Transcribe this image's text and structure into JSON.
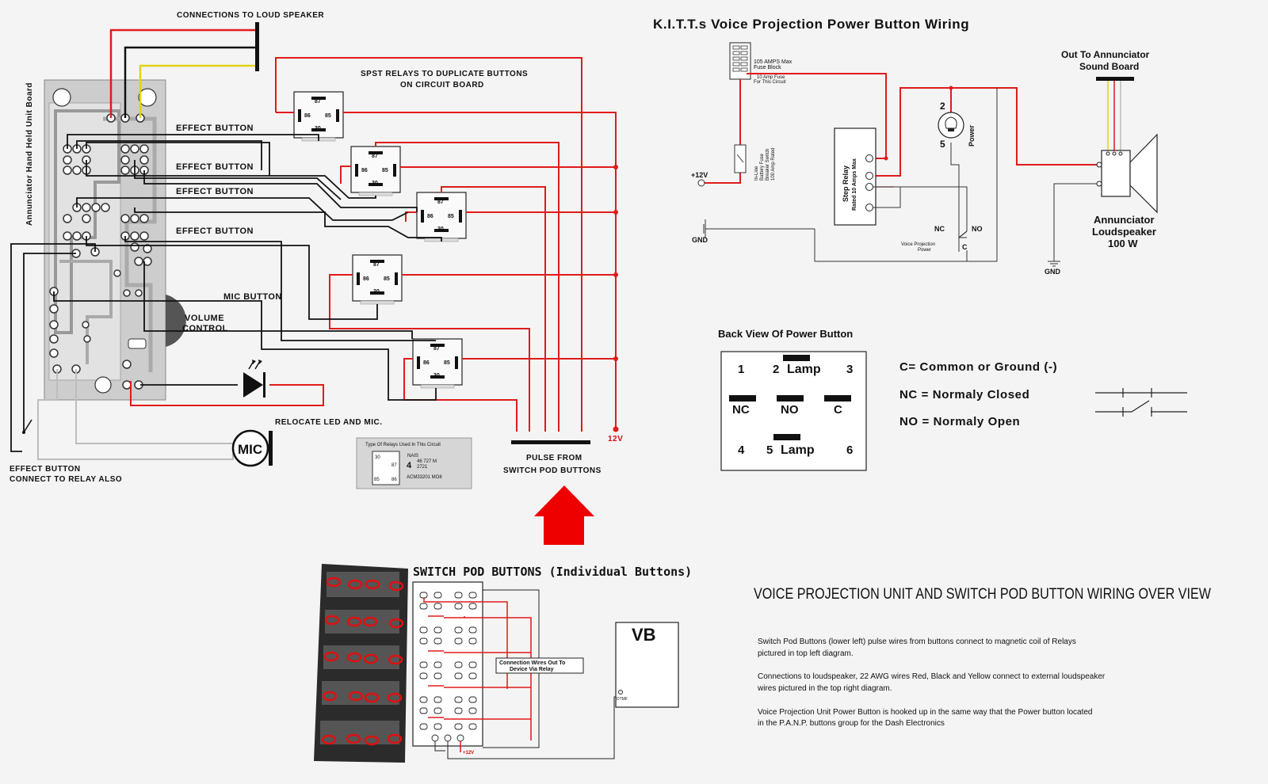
{
  "colors": {
    "wire_red": "#e01b1b",
    "wire_black": "#111111",
    "wire_yellow": "#e2d21a",
    "wire_gray": "#bdbdbd",
    "arrow_red": "#ee0000",
    "board_gray": "#c9c9c9"
  },
  "left_diagram": {
    "board_label": "Annunciator Hand Held Unit Board",
    "connections_label": "CONNECTIONS TO LOUD SPEAKER",
    "relays_title_1": "SPST RELAYS TO DUPLICATE BUTTONS",
    "relays_title_2": "ON CIRCUIT BOARD",
    "effect_button_1": "EFFECT BUTTON",
    "effect_button_2": "EFFECT BUTTON",
    "effect_button_3": "EFFECT BUTTON",
    "effect_button_4": "EFFECT BUTTON",
    "mic_button": "MIC BUTTON",
    "volume_1": "VOLUME",
    "volume_2": "CONTROL",
    "relocate": "RELOCATE LED AND MIC.",
    "effect_connect_1": "EFFECT BUTTON",
    "effect_connect_2": "CONNECT TO RELAY ALSO",
    "mic": "MIC",
    "twelve_v": "12V",
    "pulse_1": "PULSE FROM",
    "pulse_2": "SWITCH POD BUTTONS",
    "relay_pins": {
      "p87": "87",
      "p86": "86",
      "p85": "85",
      "p30": "30"
    },
    "relay_info": {
      "title": "Type Of Relays Used In This Circuit",
      "brand": "NAIS",
      "num": "4",
      "code1": "46 727 M",
      "code2": "2721",
      "code3": "ACM33201  MO8",
      "pin30": "30",
      "pin87": "87",
      "pin85": "85",
      "pin86": "86"
    }
  },
  "right_diagram": {
    "title": "K.I.T.T.s Voice Projection Power Button Wiring",
    "fuse_block_1": "105 AMPS Max",
    "fuse_block_2": "Fuse Block",
    "fuse_10_1": "10 Amp Fuse",
    "fuse_10_2": "For This Circuit",
    "inline_1": "In-Line",
    "inline_2": "Battery Fuse",
    "inline_3": "Breaker Switch",
    "inline_4": "100 Amp Rated",
    "plus12": "+12V",
    "gnd1": "GND",
    "step_relay_1": "Step Relay",
    "step_relay_2": "Rated 10 Amps Max",
    "lamp_2": "2",
    "lamp_5": "5",
    "power": "Power",
    "nc": "NC",
    "no": "NO",
    "c": "C",
    "vp_power_1": "Voice Projection",
    "vp_power_2": "Power",
    "out_to_1": "Out To Annunciator",
    "out_to_2": "Sound Board",
    "speaker_1": "Annunciator",
    "speaker_2": "Loudspeaker",
    "speaker_3": "100 W",
    "gnd2": "GND"
  },
  "back_view": {
    "title": "Back View Of Power Button",
    "t1": "1",
    "t2": "2",
    "lamp_top": "Lamp",
    "t3": "3",
    "nc": "NC",
    "no": "NO",
    "c": "C",
    "t4": "4",
    "t5": "5",
    "lamp_bot": "Lamp",
    "t6": "6"
  },
  "legend": {
    "c": "C= Common or Ground (-)",
    "nc": "NC = Normaly Closed",
    "no": "NO = Normaly Open"
  },
  "switch_pod": {
    "title": "SWITCH POD BUTTONS (Individual Buttons)",
    "conn_1": "Connection Wires Out To",
    "conn_2": "Device Via Relay",
    "vb": "VB",
    "dtmf": "DTMF",
    "p12v": "+12V"
  },
  "overview": {
    "title": "VOICE PROJECTION UNIT AND SWITCH POD BUTTON WIRING OVER VIEW",
    "p1_1": "Switch Pod Buttons (lower left) pulse wires from buttons connect to magnetic coil of Relays",
    "p1_2": "pictured in top left diagram.",
    "p2_1": "Connections to loudspeaker, 22 AWG wires Red, Black and Yellow connect to external loudspeaker",
    "p2_2": "wires pictured in the top right diagram.",
    "p3_1": "Voice Projection Unit Power Button is hooked up in the same way that the Power button located",
    "p3_2": "in the P.A.N.P. buttons group for the Dash Electronics"
  }
}
